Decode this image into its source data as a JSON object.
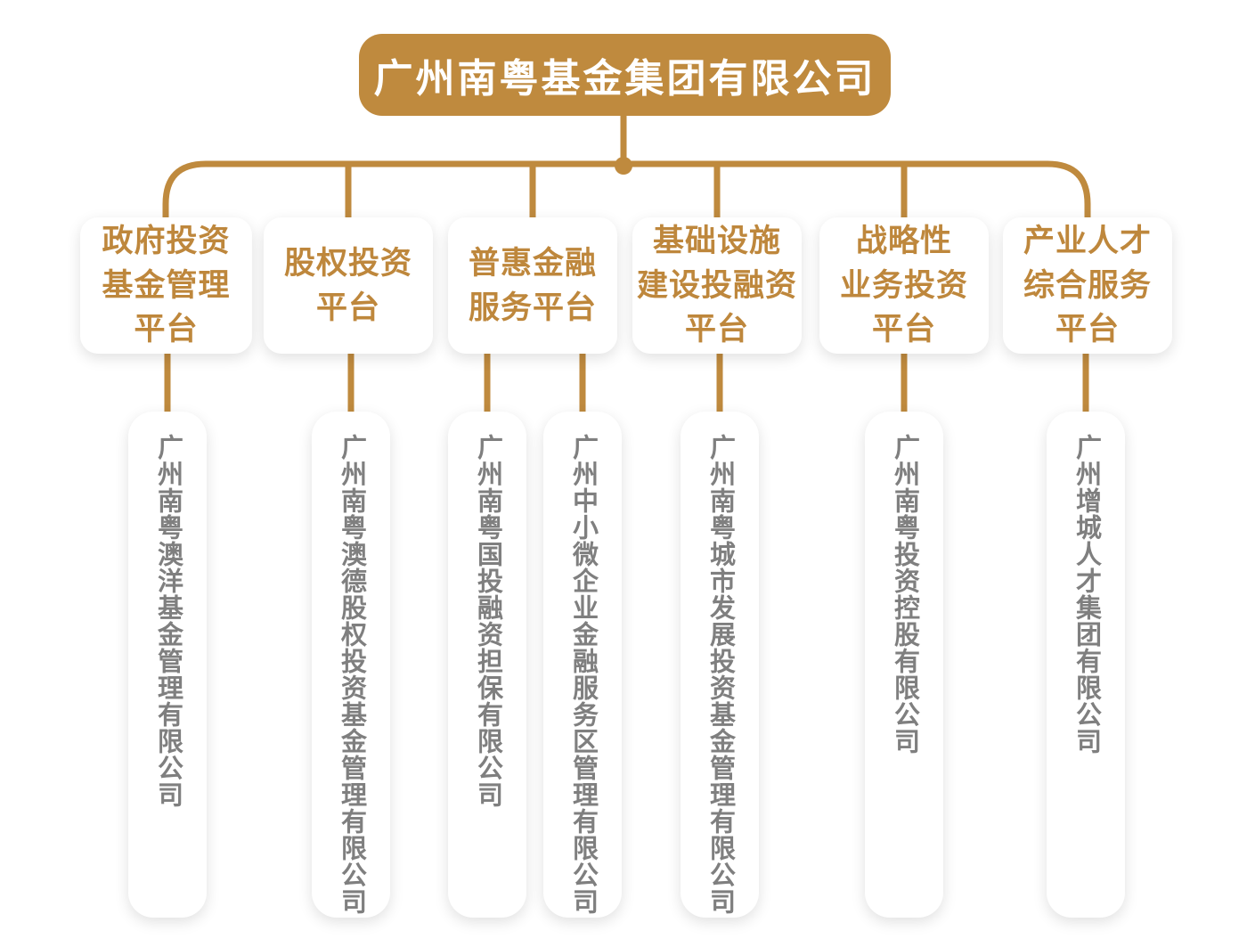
{
  "org_chart": {
    "type": "org-tree",
    "root": {
      "name": "广州南粤基金集团有限公司"
    },
    "platforms": [
      {
        "label": "政府投资\n基金管理\n平台"
      },
      {
        "label": "股权投资\n平台"
      },
      {
        "label": "普惠金融\n服务平台"
      },
      {
        "label": "基础设施\n建设投融资\n平台"
      },
      {
        "label": "战略性\n业务投资\n平台"
      },
      {
        "label": "产业人才\n综合服务\n平台"
      }
    ],
    "companies": [
      {
        "name": "广州南粤澳洋基金管理有限公司",
        "parent_platform": "政府投资基金管理平台"
      },
      {
        "name": "广州南粤澳德股权投资基金管理有限公司",
        "parent_platform": "股权投资平台"
      },
      {
        "name": "广州南粤国投融资担保有限公司",
        "parent_platform": "普惠金融服务平台"
      },
      {
        "name": "广州中小微企业金融服务区管理有限公司",
        "parent_platform": "普惠金融服务平台"
      },
      {
        "name": "广州南粤城市发展投资基金管理有限公司",
        "parent_platform": "基础设施建设投融资平台"
      },
      {
        "name": "广州南粤投资控股有限公司",
        "parent_platform": "战略性业务投资平台"
      },
      {
        "name": "广州增城人才集团有限公司",
        "parent_platform": "产业人才综合服务平台"
      }
    ],
    "colors": {
      "gold": "#BF8A3E",
      "platform_text": "#BE873C",
      "company_text": "#7F7F7F",
      "root_text": "#FFFFFF",
      "box_bg": "#FFFFFF",
      "background": "#FFFFFF"
    }
  }
}
